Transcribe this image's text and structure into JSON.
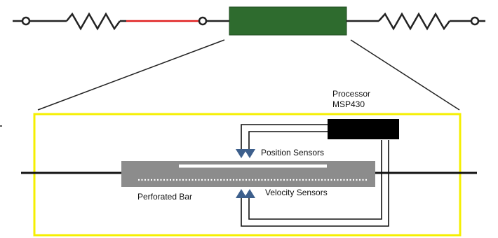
{
  "labels": {
    "processor": "Processor",
    "processor_model": "MSP430",
    "position_sensors": "Position Sensors",
    "velocity_sensors": "Velocity Sensors",
    "perforated_bar": "Perforated Bar"
  },
  "colors": {
    "wire": "#222222",
    "active_segment": "#e02020",
    "module": "#2e6b2e",
    "enclosure": "#f5ef00",
    "bar": "#8c8c8c",
    "sensor": "#3d5f8c",
    "processor": "#000000"
  },
  "icons": {
    "terminal": "open-circle",
    "spring": "zigzag-resistor"
  }
}
